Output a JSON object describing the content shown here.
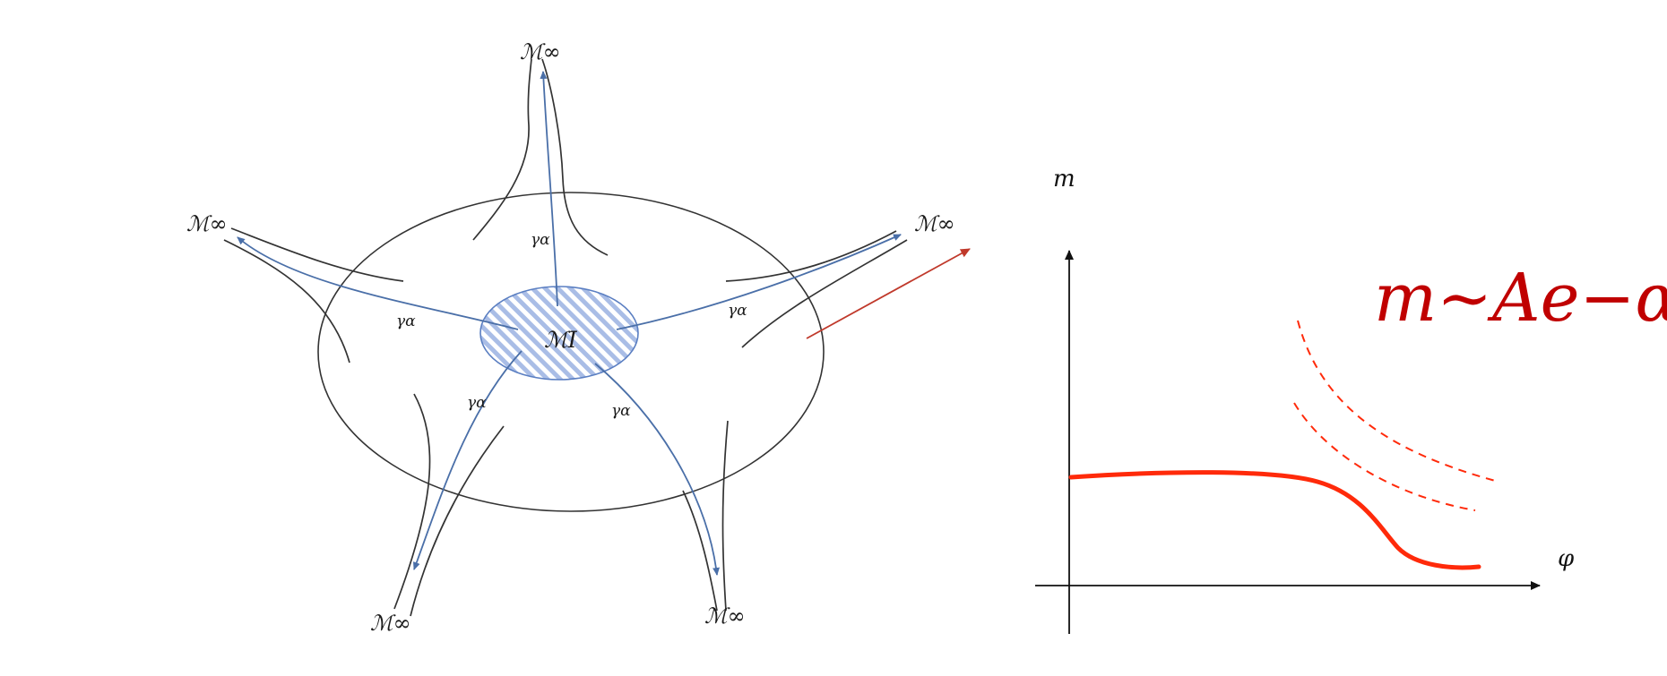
{
  "diagram": {
    "end_label": "ℳ∞",
    "center_label": "ℳI",
    "geodesic_label": "γα",
    "colors": {
      "outline": "#333333",
      "geodesic": "#4a6fa8",
      "hatch": "#a9bde6",
      "pointer": "#c0392b"
    }
  },
  "graph": {
    "y_label": "m",
    "x_label": "φ",
    "formula": "m~Ae−αφ",
    "colors": {
      "axis": "#111111",
      "curve": "#ff2a0a",
      "formula": "#c00000"
    }
  }
}
